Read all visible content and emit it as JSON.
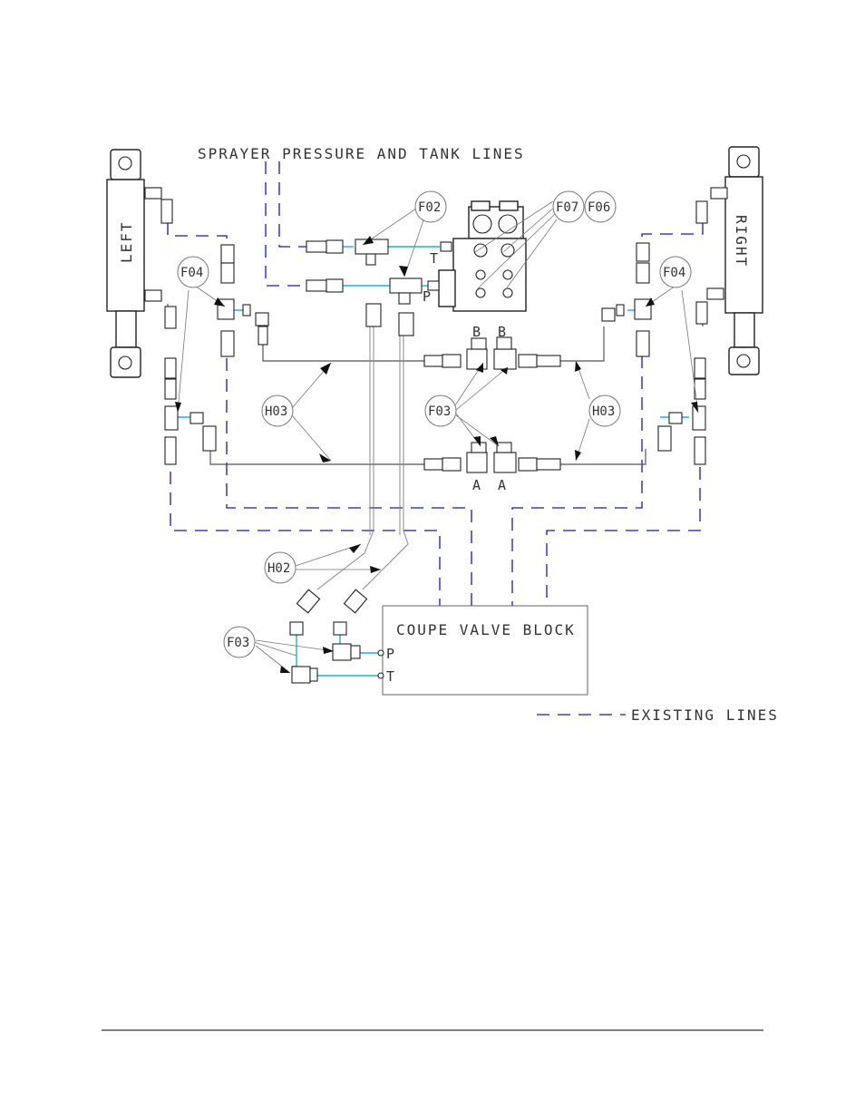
{
  "labels": {
    "top_title": "SPRAYER PRESSURE AND TANK LINES",
    "left": "LEFT",
    "right": "RIGHT",
    "valve_block": "COUPE VALVE BLOCK",
    "legend": "EXISTING LINES"
  },
  "tags": {
    "f02": "F02",
    "f07": "F07",
    "f06": "F06",
    "f04_left": "F04",
    "f04_right": "F04",
    "h03_left": "H03",
    "h03_right": "H03",
    "f03_center": "F03",
    "h02": "H02",
    "f03_bottom": "F03"
  },
  "ports": {
    "t_top": "T",
    "p_top": "P",
    "b1": "B",
    "b2": "B",
    "a1": "A",
    "a2": "A",
    "p_block": "P",
    "t_block": "T"
  },
  "colors": {
    "existing_lines": "#1a1aa8",
    "new_lines": "#19b5d6",
    "hoses": "#555555"
  }
}
